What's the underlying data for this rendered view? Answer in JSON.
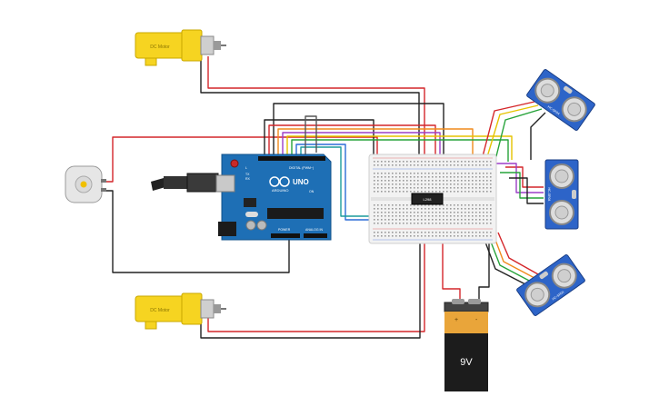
{
  "board": {
    "label_uno": "UNO",
    "label_brand": "ARDUINO",
    "label_digital": "DIGITAL (PWM~)",
    "label_power": "POWER",
    "label_analog": "ANALOG IN",
    "label_tx": "TX",
    "label_rx": "RX",
    "label_l": "L",
    "label_on": "ON"
  },
  "driver_chip": {
    "label": "L298"
  },
  "battery": {
    "label": "9V",
    "plus": "+",
    "minus": "-"
  },
  "motors": {
    "top_label": "DC Motor",
    "bottom_label": "DC Motor"
  },
  "sensors": {
    "label": "HC-SR04"
  },
  "colors": {
    "board": "#1e6fb5",
    "breadboard": "#f2f2f2",
    "motor_yellow": "#f6d421",
    "battery_orange": "#e9a53a",
    "sensor_blue": "#2d64c8",
    "wire_red": "#d4262a",
    "wire_black": "#222222"
  }
}
